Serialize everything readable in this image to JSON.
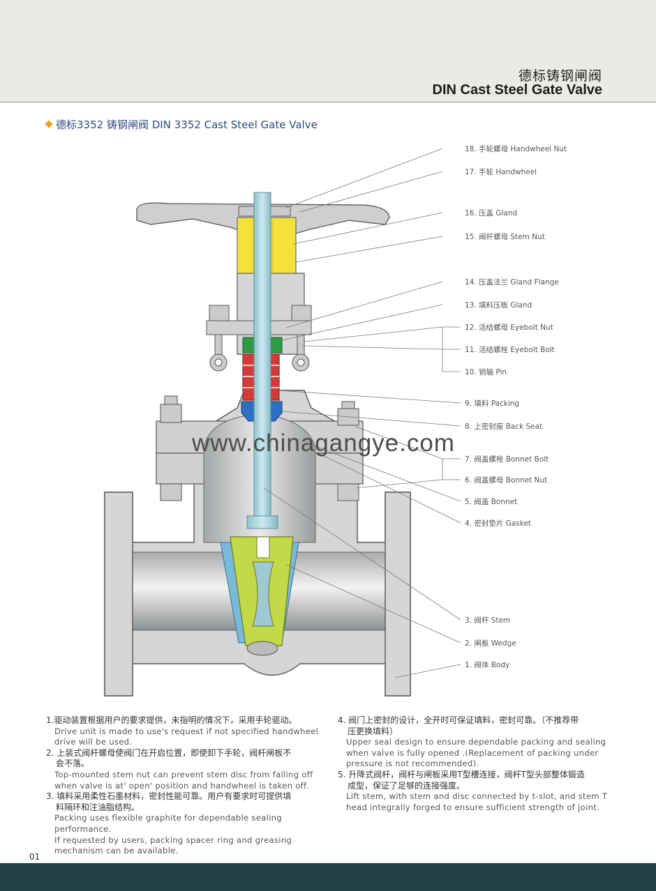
{
  "header": {
    "title_cn": "德标铸钢闸阀",
    "title_en": "DIN Cast Steel Gate Valve"
  },
  "section_title": "德标3352 铸钢闸阀 DIN 3352 Cast Steel Gate Valve",
  "watermark": "www.chinagangye.com",
  "parts": [
    {
      "label": "18. 手轮螺母 Handwheel Nut"
    },
    {
      "label": "17. 手轮 Handwheel"
    },
    {
      "label": "16. 压盖 Gland"
    },
    {
      "label": "15. 阀杆螺母 Stem Nut"
    },
    {
      "label": "14. 压盖法兰 Gland Flange"
    },
    {
      "label": "13. 填料压板 Gland"
    },
    {
      "label": "12. 活结螺母 Eyebolt Nut"
    },
    {
      "label": "11. 活结螺栓 Eyebolt Bolt"
    },
    {
      "label": "10. 销轴 Pin"
    },
    {
      "label": "9. 填料 Packing"
    },
    {
      "label": "8. 上密封座 Back Seat"
    },
    {
      "label": "7. 阀盖螺栓 Bonnet Bolt"
    },
    {
      "label": "6. 阀盖螺母 Bonnet Nut"
    },
    {
      "label": "5. 阀盖 Bonnet"
    },
    {
      "label": "4. 密封垫片 Gasket"
    },
    {
      "label": "3. 阀杆 Stem"
    },
    {
      "label": "2. 闸板 Wedge"
    },
    {
      "label": "1. 阀体 Body"
    }
  ],
  "notes_left": [
    {
      "cn": "1.驱动装置根据用户的要求提供，未指明的情况下，采用手轮驱动。",
      "en": [
        "Drive unit is made to use's request if not specified handwheel",
        "drive will be used."
      ]
    },
    {
      "cn": "2. 上装式阀杆螺母使阀门在开启位置，即使卸下手轮，阀杆闸板不",
      "cn2": "会不落。",
      "en": [
        "Top-mounted stem nut can prevent stem disc from falling off",
        "when valve is at' open' position and handwheel is taken off."
      ]
    },
    {
      "cn": "3. 填料采用柔性石墨材料，密封性能可靠。用户有要求时可提供填",
      "cn2": "料隔环和注油脂结构。",
      "en": [
        "Packing uses flexible graphite for dependable sealing performance.",
        "If requested by users, packing spacer ring and greasing",
        "mechanism can be available."
      ]
    }
  ],
  "notes_right": [
    {
      "cn": "4. 阀门上密封的设计，全开时可保证填料，密封可靠。（不推荐带",
      "cn2": "压更换填料）",
      "en": [
        "Upper seal design to ensure dependable packing and sealing",
        "when valve is fully opened .(Replacement of packing under",
        "pressure is not  recommended)."
      ]
    },
    {
      "cn": "5. 升降式阀杆，阀杆与闸板采用T型槽连接，阀杆T型头部整体锻造",
      "cn2": "成型，保证了足够的连接强度。",
      "en": [
        "Lift stem, with stem and disc connected by t-slot, and stem T",
        "head integrally forged to ensure sufficient strength of joint."
      ]
    }
  ],
  "page_number": "01",
  "colors": {
    "valve_body": "#d4d6d7",
    "stem": "#a8d4dc",
    "wedge": "#c4d94a",
    "seat": "#79b9d9",
    "stem_nut": "#f4e23a",
    "gland": "#2e9a46",
    "packing": "#d33a3a",
    "back_seat": "#2f6fc4",
    "footer": "#1f4146"
  }
}
